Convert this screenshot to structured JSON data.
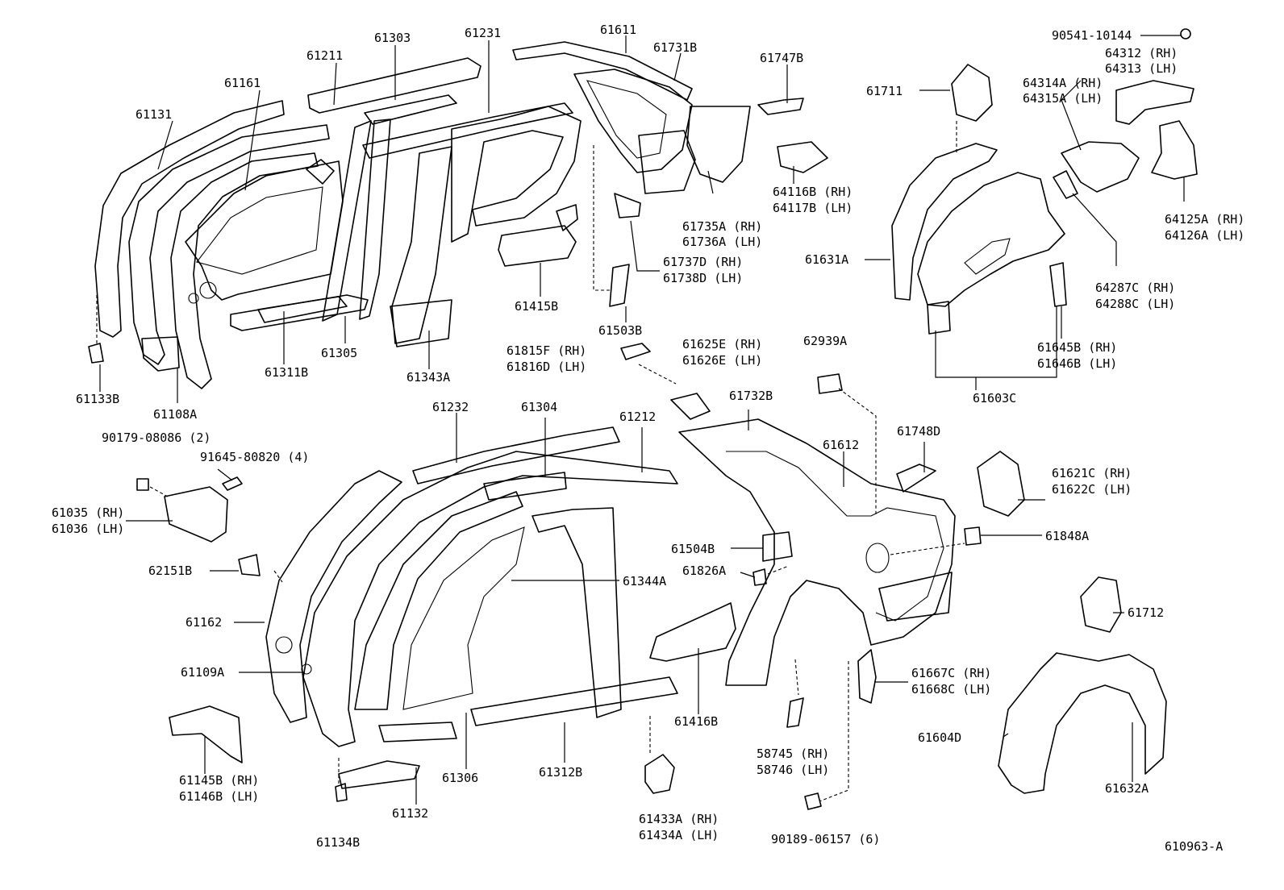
{
  "diagram": {
    "illustration_id": "610963-A",
    "labels": {
      "p61131": "61131",
      "p61161": "61161",
      "p61211": "61211",
      "p61303": "61303",
      "p61231": "61231",
      "p61611": "61611",
      "p61731b": "61731B",
      "p61747b": "61747B",
      "p61711": "61711",
      "p90541": "90541-10144",
      "p64312": "64312 (RH)",
      "p64313": "64313 (LH)",
      "p64314a": "64314A (RH)",
      "p64315a": "64315A (LH)",
      "p64116b": "64116B (RH)",
      "p64117b": "64117B (LH)",
      "p61735a": "61735A (RH)",
      "p61736a": "61736A (LH)",
      "p64125a": "64125A (RH)",
      "p64126a": "64126A (LH)",
      "p61631a": "61631A",
      "p61737d": "61737D (RH)",
      "p61738d": "61738D (LH)",
      "p64287c": "64287C (RH)",
      "p64288c": "64288C (LH)",
      "p61415b": "61415B",
      "p61503b": "61503B",
      "p61133b": "61133B",
      "p61108a": "61108A",
      "p61311b": "61311B",
      "p61305": "61305",
      "p61343a": "61343A",
      "p61815f": "61815F (RH)",
      "p61816d": "61816D (LH)",
      "p61625e": "61625E (RH)",
      "p61626e": "61626E (LH)",
      "p62939a": "62939A",
      "p61645b": "61645B (RH)",
      "p61646b": "61646B (LH)",
      "p61603c": "61603C",
      "p90179": "90179-08086 (2)",
      "p91645": "91645-80820 (4)",
      "p61232": "61232",
      "p61304": "61304",
      "p61212": "61212",
      "p61732b": "61732B",
      "p61612": "61612",
      "p61748d": "61748D",
      "p61621c": "61621C (RH)",
      "p61622c": "61622C (LH)",
      "p61035": "61035 (RH)",
      "p61036": "61036 (LH)",
      "p61848a": "61848A",
      "p61504b": "61504B",
      "p62151b": "62151B",
      "p61826a": "61826A",
      "p61344a": "61344A",
      "p61712": "61712",
      "p61162": "61162",
      "p61109a": "61109A",
      "p61667c": "61667C (RH)",
      "p61668c": "61668C (LH)",
      "p61416b": "61416B",
      "p61604d": "61604D",
      "p61145b": "61145B (RH)",
      "p61146b": "61146B (LH)",
      "p58745": "58745 (RH)",
      "p58746": "58746 (LH)",
      "p61306": "61306",
      "p61312b": "61312B",
      "p61632a": "61632A",
      "p61132": "61132",
      "p61433a": "61433A (RH)",
      "p61434a": "61434A (LH)",
      "p61134b": "61134B",
      "p90189": "90189-06157 (6)"
    }
  }
}
